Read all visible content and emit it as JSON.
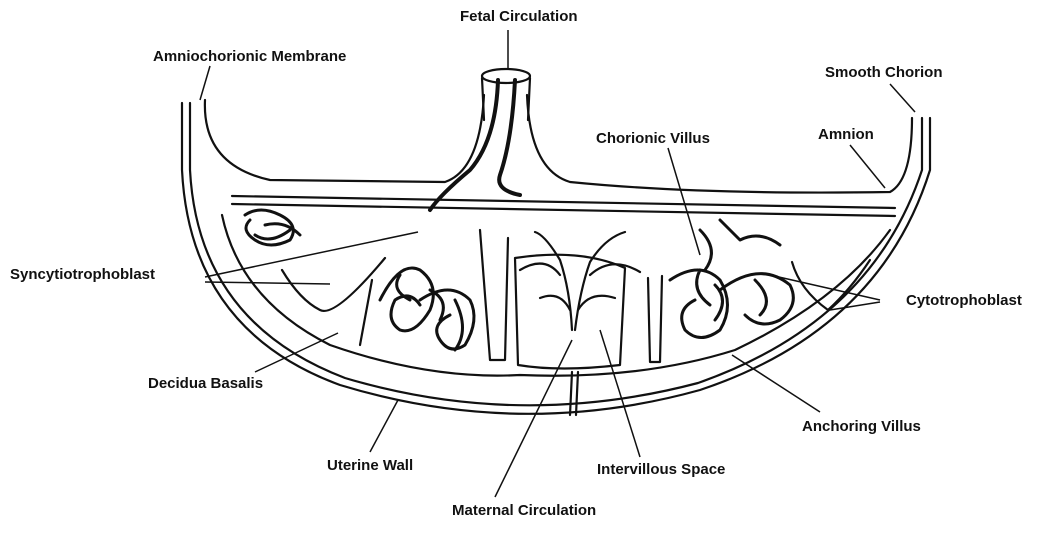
{
  "labels": {
    "fetal_circulation": "Fetal Circulation",
    "amniochorionic_membrane": "Amniochorionic Membrane",
    "smooth_chorion": "Smooth Chorion",
    "chorionic_villus": "Chorionic Villus",
    "amnion": "Amnion",
    "syncytiotrophoblast": "Syncytiotrophoblast",
    "cytotrophoblast": "Cytotrophoblast",
    "decidua_basalis": "Decidua Basalis",
    "anchoring_villus": "Anchoring Villus",
    "uterine_wall": "Uterine Wall",
    "intervillous_space": "Intervillous Space",
    "maternal_circulation": "Maternal Circulation"
  },
  "colors": {
    "ink": "#111111",
    "paper": "#ffffff"
  }
}
